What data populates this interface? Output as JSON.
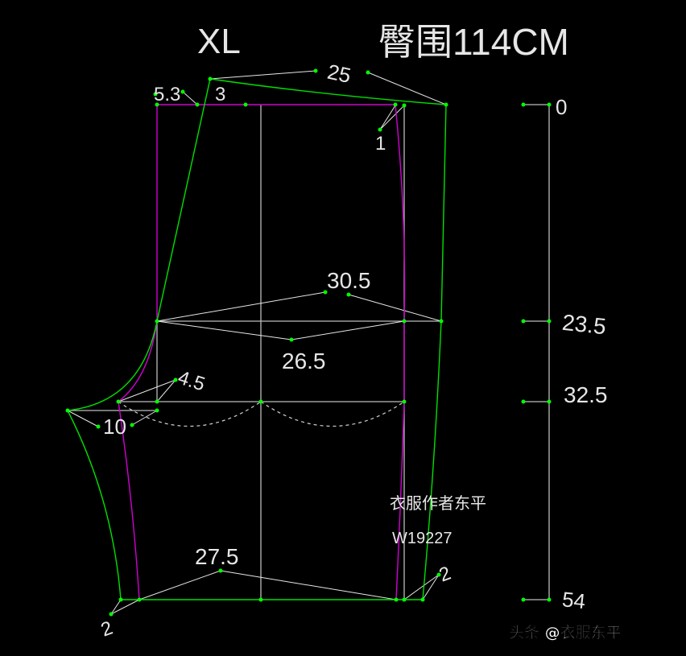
{
  "title": {
    "size": "XL",
    "hip": "臀围114CM"
  },
  "labels": {
    "top_total": "25",
    "waist_left": "5.3",
    "rise_offset": "3",
    "top_right": "1",
    "hip_upper": "30.5",
    "hip_lower": "26.5",
    "crotch_ext": "4.5",
    "crotch_width": "10",
    "hem": "27.5",
    "hem_right": "2",
    "hem_left": "2"
  },
  "scale": {
    "marks": [
      "0",
      "23.5",
      "32.5",
      "54"
    ]
  },
  "author": {
    "name": "衣服作者东平",
    "code": "W19227"
  },
  "watermark": "头条 @衣服东平",
  "colors": {
    "background": "#000000",
    "outline_green": "#00e000",
    "front_magenta": "#d000d0",
    "construction_white": "#e0e0e0",
    "point_green": "#00ff00"
  }
}
